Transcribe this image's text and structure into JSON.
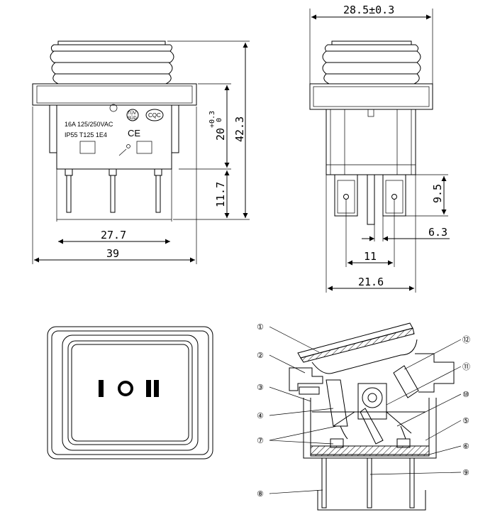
{
  "front_view": {
    "dims": {
      "height_total": "42.3",
      "height_body": "20",
      "tol_plus": "+0.3",
      "tol_zero": "0",
      "terminal_len": "11.7",
      "inner_width": "27.7",
      "outer_width": "39"
    },
    "marking": {
      "line1": "16A 125/250VAC",
      "line2": "IP55  T125  1E4",
      "tuv_top": "TÜV",
      "tuv_bottom": "SÜD",
      "cqc": "CQC",
      "ce": "CE"
    }
  },
  "side_view": {
    "dims": {
      "width_top": "28.5±0.3",
      "term_height": "9.5",
      "term_offset": "6.3",
      "term_pitch": "11",
      "base_width": "21.6"
    }
  },
  "top_view": {
    "symbols": [
      "I",
      "O",
      "II"
    ]
  },
  "section_view": {
    "callouts": [
      "①",
      "②",
      "③",
      "④",
      "⑦",
      "⑧",
      "⑫",
      "⑪",
      "⑩",
      "⑤",
      "⑥",
      "⑨"
    ]
  }
}
